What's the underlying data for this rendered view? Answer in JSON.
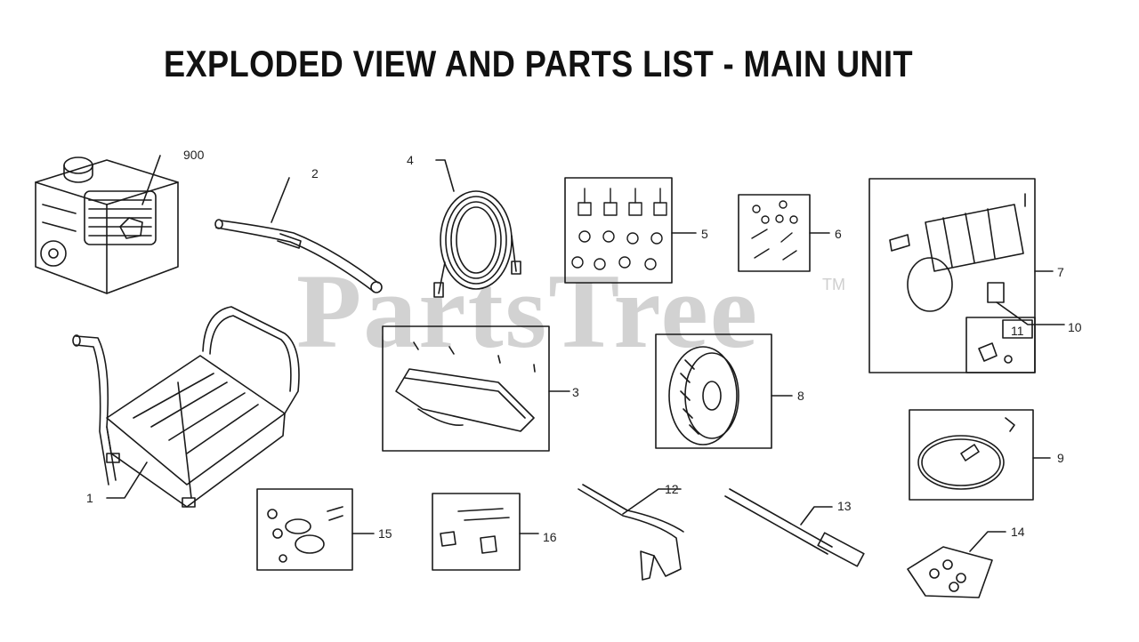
{
  "title": "EXPLODED VIEW AND PARTS LIST - MAIN UNIT",
  "watermark": "PartsTree",
  "trademark": "TM",
  "callouts": {
    "engine": "900",
    "handle": "2",
    "hose": "4",
    "hardware_5": "5",
    "hardware_6": "6",
    "pump": "7",
    "pump_fitting": "10",
    "pump_inset": "11",
    "frame": "1",
    "panel": "3",
    "wheel": "8",
    "belt_kit": "9",
    "wheel_kit": "15",
    "handle_kit": "16",
    "gun": "12",
    "wand": "13",
    "nozzle_kit": "14"
  }
}
